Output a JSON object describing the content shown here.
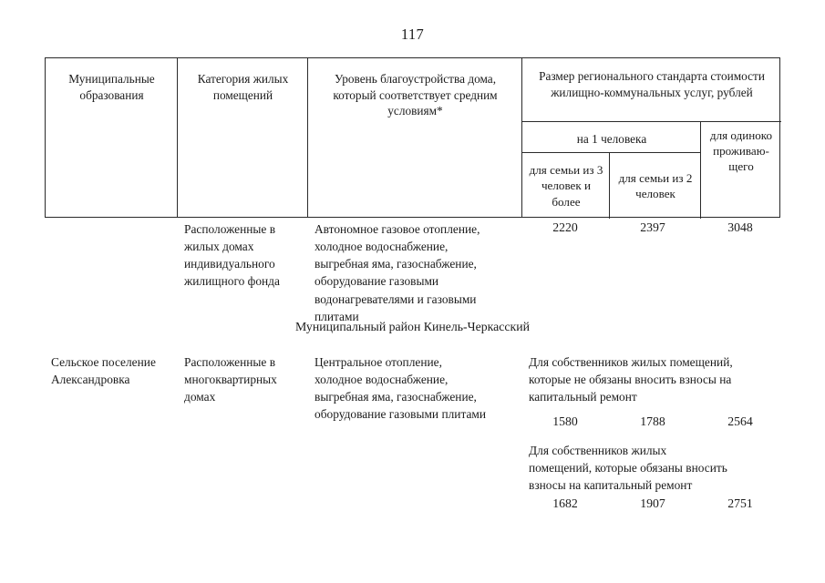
{
  "page": {
    "number": "117"
  },
  "table_header": {
    "col_municipalities": "Муниципальные\nобразования",
    "col_category": "Категория жилых\nпомещений",
    "col_level": "Уровень благоустройства дома,\nкоторый\nсоответствует средним\nусловиям*",
    "col_standard": "Размер регионального стандарта\nстоимости жилищно-коммунальных\nуслуг, рублей",
    "sub_per_person": "на 1 человека",
    "sub_alone": "для\nодиноко\nпроживаю-\nщего",
    "sub_family_3": "для семьи\nиз 3 человек\nи более",
    "sub_family_2": "для семьи\nиз 2 человек"
  },
  "rows": [
    {
      "municipality": "",
      "category": "Расположенные в\nжилых домах\nиндивидуального\nжилищного фонда",
      "level": "Автономное газовое отопление,\nхолодное водоснабжение,\nвыгребная яма, газоснабжение,\nоборудование газовыми\nводонагревателями и газовыми\nплитами",
      "values": [
        "2220",
        "2397",
        "3048"
      ]
    }
  ],
  "section_heading": "Муниципальный район Кинель-Черкасский",
  "row2": {
    "municipality": "Сельское поселение\nАлександровка",
    "category": "Расположенные в\nмногоквартирных\nдомах",
    "level": "Центральное отопление,\nхолодное водоснабжение,\nвыгребная яма, газоснабжение,\nоборудование газовыми плитами",
    "note_a": "Для собственников жилых помещений,\nкоторые не обязаны вносить взносы на\nкапитальный ремонт",
    "values_a": [
      "1580",
      "1788",
      "2564"
    ],
    "note_b": "Для собственников  жилых\nпомещений, которые обязаны вносить\nвзносы на капитальный ремонт",
    "values_b": [
      "1682",
      "1907",
      "2751"
    ]
  }
}
